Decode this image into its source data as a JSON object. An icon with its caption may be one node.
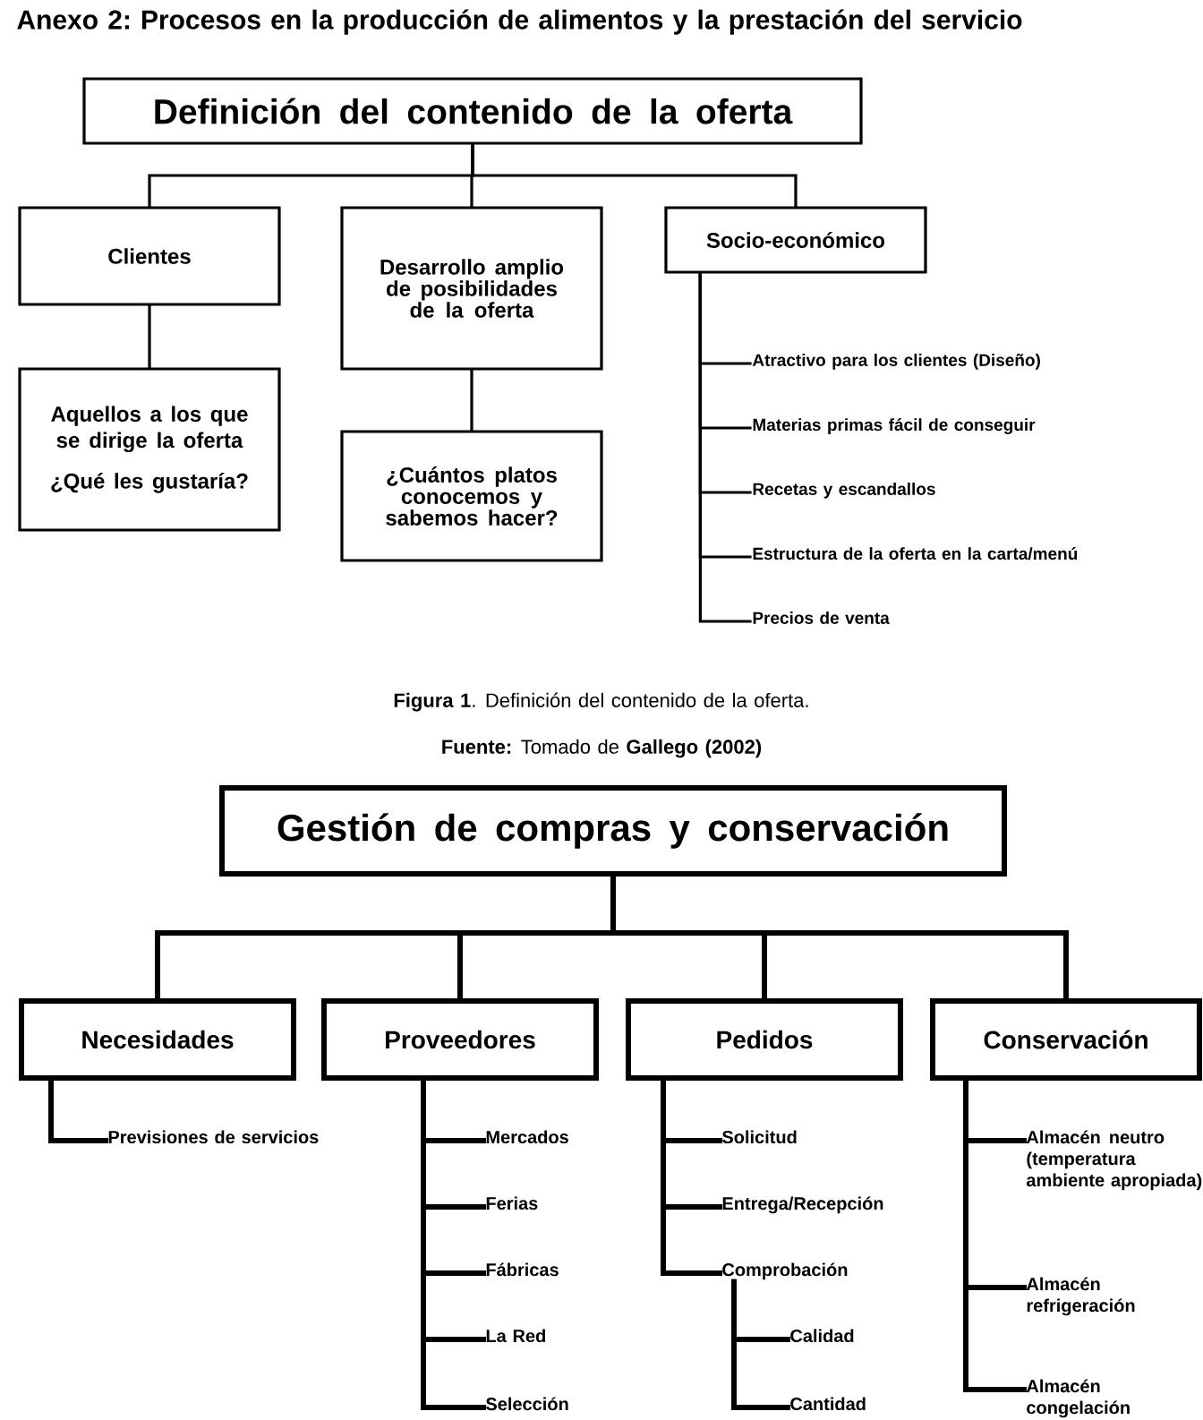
{
  "diagram": {
    "title": "Anexo 2: Procesos en la producción de alimentos y la prestación del servicio",
    "caption": "**Figura 1**. Definición del contenido de la oferta.",
    "nodes": [
      {
        "text": [
          "Definición del contenido de la oferta"
        ]
      },
      {
        "text": [
          "Clientes"
        ]
      },
      {
        "text": [
          "Desarrollo amplio de posibilidades de la oferta"
        ]
      },
      {
        "text": [
          "Socio-económico"
        ]
      },
      {
        "text": [
          "Aquellos a los que se dirige la oferta",
          "¿Qué les gustaría?"
        ]
      },
      {
        "text": [
          "¿Cuántos platos conocemos y sabemos hacer?"
        ]
      },
      {
        "text": [
          "Atractivo para los clientes (Diseño)"
        ]
      },
      {
        "text": [
          "Materias primas fácil de conseguir"
        ]
      },
      {
        "text": [
          "Recetas y escandallos"
        ]
      },
      {
        "text": [
          "Estructura de la oferta en la carta/menú"
        ]
      },
      {
        "text": [
          "Precios de venta"
        ]
      },
      {
        "text": [
          "Gestión de compras y conservación"
        ]
      },
      {
        "text": [
          "Necesidades"
        ]
      },
      {
        "text": [
          "Proveedores"
        ]
      },
      {
        "text": [
          "Pedidos"
        ]
      },
      {
        "text": [
          "Conservación"
        ]
      },
      {
        "text": [
          "Previsiones de servicios"
        ]
      },
      {
        "text": [
          "Mercados"
        ]
      },
      {
        "text": [
          "Ferias"
        ]
      },
      {
        "text": [
          "Fábricas"
        ]
      },
      {
        "text": [
          "La Red"
        ]
      },
      {
        "text": [
          "Selección"
        ]
      },
      {
        "text": [
          "Solicitud"
        ]
      },
      {
        "text": [
          "Entrega/Recepción"
        ]
      },
      {
        "text": [
          "Comprobación"
        ]
      },
      {
        "text": [
          "Calidad"
        ]
      },
      {
        "text": [
          "Cantidad"
        ]
      },
      {
        "text": [
          "Almacén neutro (temperatura ambiente apropiada)"
        ]
      },
      {
        "text": [
          "Almacén refrigeración"
        ]
      },
      {
        "text": [
          "Almacén congelación"
        ]
      }
    ],
    "edges": [
      {
        "from": 0,
        "to": 1,
        "arrow": "none"
      },
      {
        "from": 0,
        "to": 2,
        "arrow": "none"
      },
      {
        "from": 0,
        "to": 3,
        "arrow": "none"
      },
      {
        "from": 1,
        "to": 4,
        "arrow": "none"
      },
      {
        "from": 2,
        "to": 5,
        "arrow": "none"
      },
      {
        "from": 3,
        "to": 6,
        "arrow": "none"
      },
      {
        "from": 3,
        "to": 7,
        "arrow": "none"
      },
      {
        "from": 3,
        "to": 8,
        "arrow": "none"
      },
      {
        "from": 3,
        "to": 9,
        "arrow": "none"
      },
      {
        "from": 3,
        "to": 10,
        "arrow": "none"
      },
      {
        "from": 11,
        "to": 12,
        "arrow": "none"
      },
      {
        "from": 11,
        "to": 13,
        "arrow": "none"
      },
      {
        "from": 11,
        "to": 14,
        "arrow": "none"
      },
      {
        "from": 11,
        "to": 15,
        "arrow": "none"
      },
      {
        "from": 12,
        "to": 16,
        "arrow": "none"
      },
      {
        "from": 13,
        "to": 17,
        "arrow": "none"
      },
      {
        "from": 13,
        "to": 18,
        "arrow": "none"
      },
      {
        "from": 13,
        "to": 19,
        "arrow": "none"
      },
      {
        "from": 13,
        "to": 20,
        "arrow": "none"
      },
      {
        "from": 13,
        "to": 21,
        "arrow": "none"
      },
      {
        "from": 14,
        "to": 22,
        "arrow": "none"
      },
      {
        "from": 14,
        "to": 23,
        "arrow": "none"
      },
      {
        "from": 14,
        "to": 24,
        "arrow": "none"
      },
      {
        "from": 24,
        "to": 25,
        "arrow": "none"
      },
      {
        "from": 24,
        "to": 26,
        "arrow": "none"
      },
      {
        "from": 15,
        "to": 27,
        "arrow": "none"
      },
      {
        "from": 15,
        "to": 28,
        "arrow": "none"
      },
      {
        "from": 15,
        "to": 29,
        "arrow": "none"
      }
    ],
    "labels": [
      "**Fuente:** Tomado de **Gallego (2002)**"
    ]
  }
}
